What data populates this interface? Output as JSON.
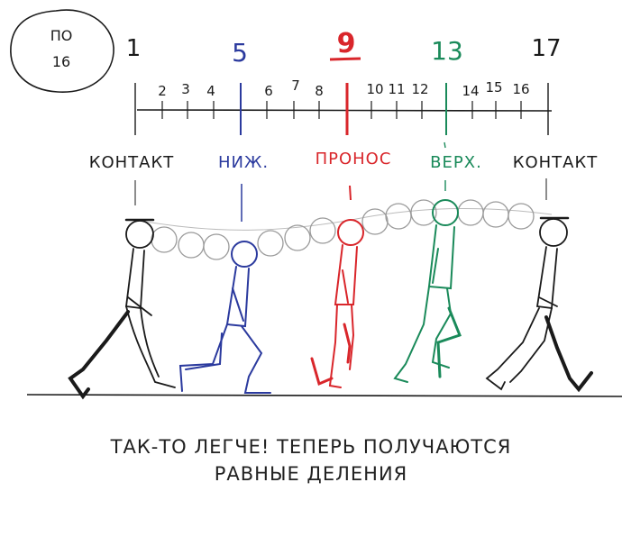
{
  "badge": {
    "line1": "ПО",
    "line2": "16"
  },
  "key_frames": [
    {
      "number": "1",
      "label": "КОНТАКТ",
      "color": "#1a1a1a"
    },
    {
      "number": "5",
      "label": "НИЖ.",
      "color": "#2b3a9e"
    },
    {
      "number": "9",
      "label": "ПРОНОС",
      "color": "#d9262b"
    },
    {
      "number": "13",
      "label": "ВЕРХ.",
      "color": "#1a8a5a"
    },
    {
      "number": "17",
      "label": "КОНТАКТ",
      "color": "#1a1a1a"
    }
  ],
  "inbetweens": [
    "2",
    "3",
    "4",
    "6",
    "7",
    "8",
    "10",
    "11",
    "12",
    "14",
    "15",
    "16"
  ],
  "caption": {
    "line1": "ТАК-ТО ЛЕГЧЕ! ТЕПЕРЬ ПОЛУЧАЮТСЯ",
    "line2": "РАВНЫЕ ДЕЛЕНИЯ"
  },
  "colors": {
    "ink": "#1a1a1a",
    "pencil": "#9a9a9a",
    "down": "#2b3a9e",
    "passing": "#d9262b",
    "up": "#1a8a5a"
  }
}
